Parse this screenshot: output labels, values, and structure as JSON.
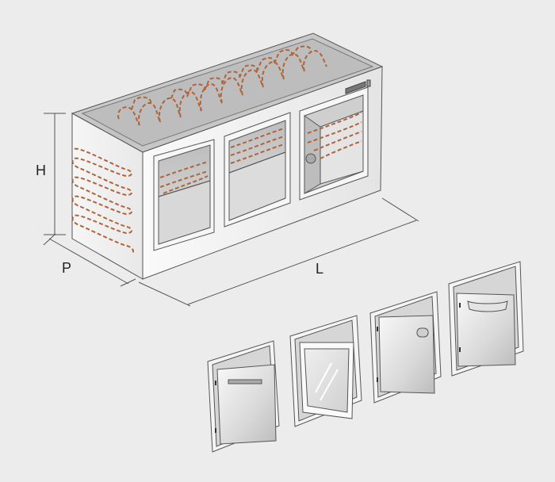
{
  "dimensions": {
    "height_label": "H",
    "depth_label": "P",
    "length_label": "L"
  },
  "colors": {
    "background": "#ececec",
    "coil": "#b0643a",
    "steel_light": "#f4f4f4",
    "steel_mid": "#c9c9c9",
    "steel_dark": "#8a8a8a",
    "line": "#555555"
  },
  "parts": {
    "counter": "refrigerated-back-bar-counter",
    "compartments": [
      "drawer-compartment",
      "glass-door-compartment",
      "open-compartment"
    ],
    "door_options": [
      "drawer-door-option",
      "glass-door-option",
      "solid-door-option",
      "flap-door-option"
    ]
  }
}
